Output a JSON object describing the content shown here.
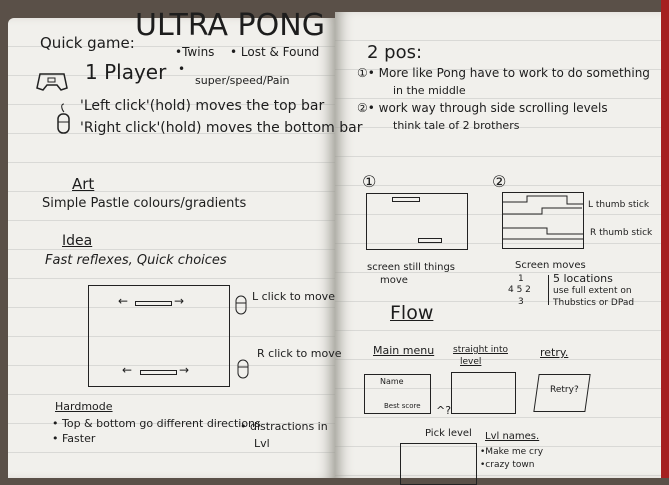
{
  "left_page": {
    "quick_game": "Quick game:",
    "title": "ULTRA PONG",
    "modes": [
      "•Twins",
      "• Lost & Found",
      "•",
      "super/speed/Pain"
    ],
    "player": "1 Player",
    "controls": [
      "'Left click'(hold) moves the top bar",
      "'Right click'(hold) moves the bottom bar"
    ],
    "art_heading": "Art",
    "art_text": "Simple Pastle colours/gradients",
    "idea_heading": "Idea",
    "idea_text": "Fast reflexes, Quick choices",
    "sketch_arrows": [
      "←",
      "→",
      "←",
      "→"
    ],
    "l_click": "L click to move",
    "r_click": "R click to move",
    "hardmode_heading": "Hardmode",
    "hardmode_items": [
      "• Top & bottom go different directions",
      "• Faster",
      "• distractions in",
      "Lvl"
    ]
  },
  "right_page": {
    "heading": "2 pos:",
    "options": [
      "①• More like Pong have to work to do something",
      "in the middle",
      "②• work way through side scrolling levels",
      "think tale of 2 brothers"
    ],
    "sketch_numbers": [
      "①",
      "②"
    ],
    "l_thumb": "L thumb stick",
    "r_thumb": "R thumb stick",
    "screen_still": "screen still things",
    "move": "move",
    "screen_moves": "Screen moves",
    "locations_grid": [
      "1",
      "4 5  2",
      "3"
    ],
    "locations_text": [
      "5 locations",
      "use full extent on",
      "Thubstics or DPad"
    ],
    "flow_heading": "Flow",
    "flow_labels": [
      "Main menu",
      "straight into",
      "level",
      "retry."
    ],
    "menu_box": [
      "Name",
      "Best score"
    ],
    "retry_box": "Retry?",
    "pick_q": "^?",
    "pick_level": "Pick level",
    "lvl_names_heading": "Lvl names.",
    "lvl_names": [
      "•Make me cry",
      "•crazy town"
    ]
  }
}
